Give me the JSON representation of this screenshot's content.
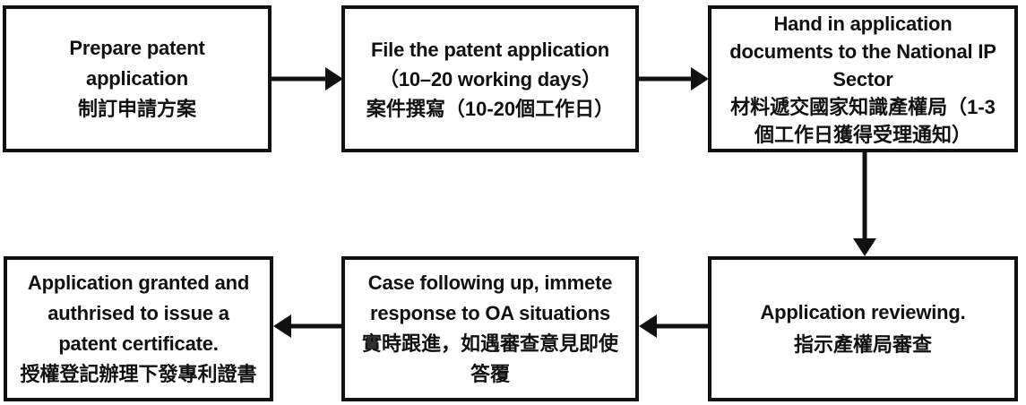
{
  "diagram": {
    "title": "Patent application process flowchart",
    "stroke_color": "#111111",
    "background_color": "#ffffff",
    "nodes": [
      {
        "id": "prepare",
        "name": "prepare-patent-application",
        "lines": [
          {
            "text": "Prepare patent",
            "lang": "en"
          },
          {
            "text": "application",
            "lang": "en"
          },
          {
            "text": "制訂申請方案",
            "lang": "zh"
          }
        ]
      },
      {
        "id": "file",
        "name": "file-the-patent-application",
        "lines": [
          {
            "text": "File the patent application",
            "lang": "en"
          },
          {
            "text": "（10–20 working days）",
            "lang": "en"
          },
          {
            "text": "案件撰寫（10-20個工作日）",
            "lang": "zh"
          }
        ]
      },
      {
        "id": "handin",
        "name": "hand-in-application-documents",
        "lines": [
          {
            "text": "Hand in application",
            "lang": "en"
          },
          {
            "text": "documents to the National IP",
            "lang": "en"
          },
          {
            "text": "Sector",
            "lang": "en"
          },
          {
            "text": "材料遞交國家知識產權局（1-3",
            "lang": "zh"
          },
          {
            "text": "個工作日獲得受理通知）",
            "lang": "zh"
          }
        ]
      },
      {
        "id": "reviewing",
        "name": "application-reviewing",
        "lines": [
          {
            "text": "Application reviewing.",
            "lang": "en"
          },
          {
            "text": "指示產權局審查",
            "lang": "zh"
          }
        ]
      },
      {
        "id": "following",
        "name": "case-following-up",
        "lines": [
          {
            "text": "Case following up, immete",
            "lang": "en"
          },
          {
            "text": "response to OA situations",
            "lang": "en"
          },
          {
            "text": "實時跟進，如遇審查意見即使",
            "lang": "zh"
          },
          {
            "text": "答覆",
            "lang": "zh"
          }
        ]
      },
      {
        "id": "granted",
        "name": "application-granted",
        "lines": [
          {
            "text": "Application granted and",
            "lang": "en"
          },
          {
            "text": "authrised to issue a",
            "lang": "en"
          },
          {
            "text": "patent certificate.",
            "lang": "en"
          },
          {
            "text": "授權登記辦理下發專利證書",
            "lang": "zh"
          }
        ]
      }
    ],
    "connectors": [
      {
        "id": "prepare-to-file",
        "from": "prepare",
        "to": "file",
        "direction": "right"
      },
      {
        "id": "file-to-handin",
        "from": "file",
        "to": "handin",
        "direction": "right"
      },
      {
        "id": "handin-to-reviewing",
        "from": "handin",
        "to": "reviewing",
        "direction": "down"
      },
      {
        "id": "reviewing-to-following",
        "from": "reviewing",
        "to": "following",
        "direction": "left"
      },
      {
        "id": "following-to-granted",
        "from": "following",
        "to": "granted",
        "direction": "left"
      }
    ]
  }
}
